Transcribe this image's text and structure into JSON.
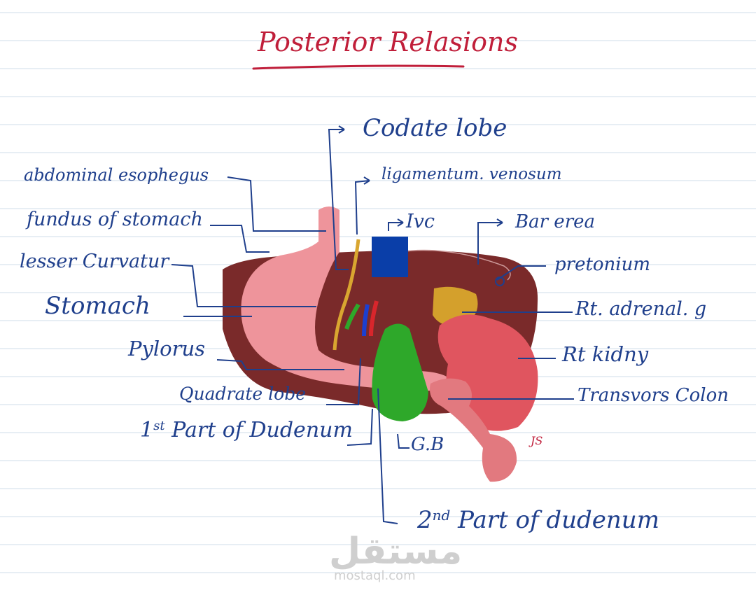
{
  "title": "Posterior Relasions",
  "labels": {
    "caudate": "Codate lobe",
    "ligamentum": "ligamentum. venosum",
    "ivc": "Ivc",
    "bare": "Bar erea",
    "abd_esophagus": "abdominal esophegus",
    "fundus": "fundus of stomach",
    "lesser": "lesser Curvatur",
    "peritoneum": "pretonium",
    "stomach": "Stomach",
    "adrenal": "Rt. adrenal. g",
    "pylorus": "Pylorus",
    "kidney": "Rt kidny",
    "quadrate": "Quadrate lobe",
    "colon": "Transvors Colon",
    "first_duod_num": "1",
    "first_duod_sup": "st",
    "first_duod": "Part of Dudenum",
    "gb": "G.B",
    "second_duod_num": "2",
    "second_duod_sup": "nd",
    "second_duod": "Part of dudenum",
    "signature": "JS"
  },
  "watermark": {
    "arabic": "مستقل",
    "latin": "mostaql.com"
  },
  "colors": {
    "liver": "#7a2a2a",
    "stomach": "#ee949b",
    "kidney": "#e0555f",
    "colon": "#e2797f",
    "gallbladder": "#2ea82a",
    "ivc": "#0a3ea8",
    "adrenal": "#d4a02c",
    "ink": "#1f3f8c",
    "title": "#c01e3a"
  }
}
